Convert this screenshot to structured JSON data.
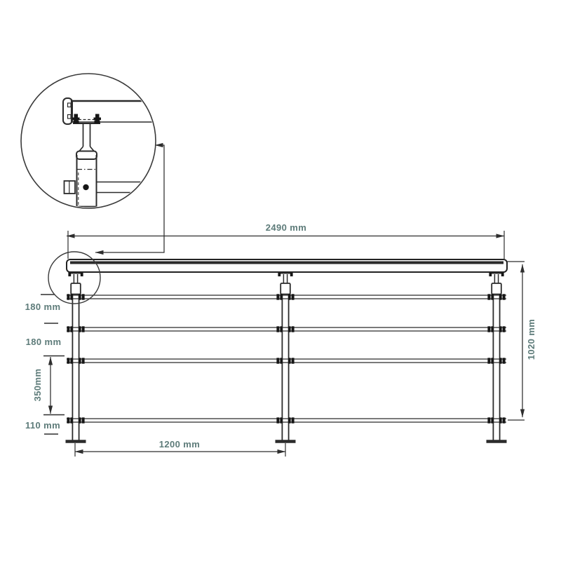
{
  "drawing": {
    "description": "Railing elevation drawing with magnified detail of handrail-to-post saddle connection",
    "dimension_labels": {
      "total_width": "2490 mm",
      "total_height": "1020 mm",
      "post_spacing": "1200 mm",
      "gap_rail_1": "180 mm",
      "gap_rail_2": "180 mm",
      "gap_rail_3": "350mm",
      "gap_bottom": "110 mm"
    },
    "counts": {
      "posts": 3,
      "horizontal_rails": 4
    },
    "colors": {
      "line": "#2b2b2b",
      "dimension_text": "#5d7b79",
      "background": "#ffffff"
    }
  }
}
